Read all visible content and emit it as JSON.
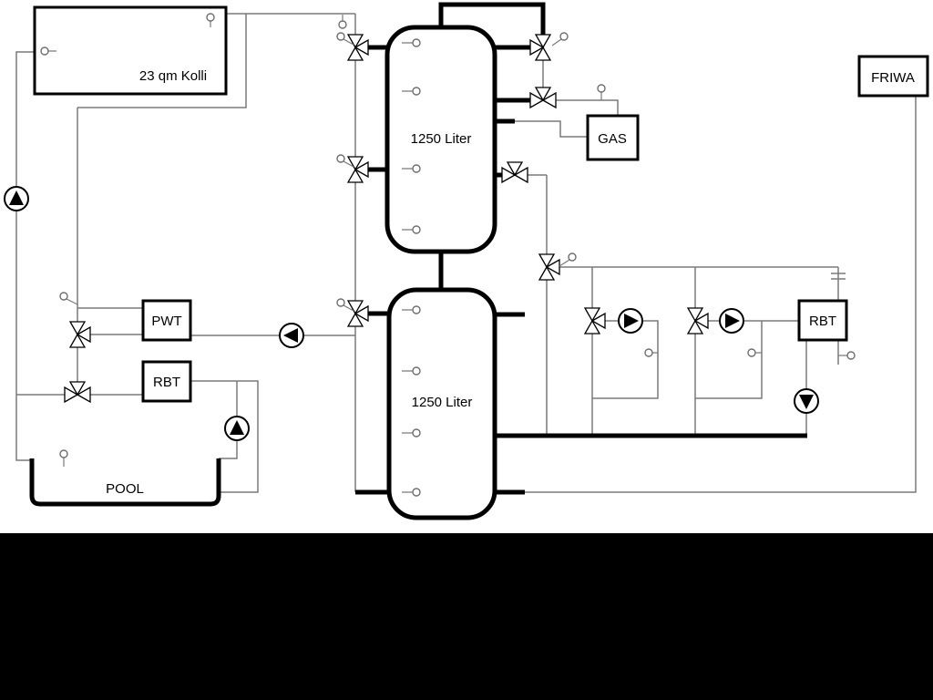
{
  "diagram": {
    "labels": {
      "collector": "23 qm Kolli",
      "tank_top": "1250 Liter",
      "tank_bottom": "1250 Liter",
      "pwt": "PWT",
      "rbt_left": "RBT",
      "rbt_right": "RBT",
      "gas": "GAS",
      "friwa": "FRIWA",
      "pool": "POOL"
    },
    "colors": {
      "pipe_thin": "#7a7a7a",
      "pipe_thick": "#000000",
      "background": "#ffffff",
      "footer_bar": "#000000",
      "equipment_fill": "#ffffff",
      "equipment_outline": "#000000"
    },
    "icons": {
      "pump-icon": "circle with solid black triangle showing flow direction",
      "three-way-valve-icon": "bowtie double triangle with branch triangle",
      "temperature-sensor-icon": "small circle probe with stem",
      "pipe-break-icon": "double tick marks on pipe"
    },
    "counts": {
      "pumps": 6,
      "three_way_valves": 11,
      "storage_tanks": 2
    }
  }
}
